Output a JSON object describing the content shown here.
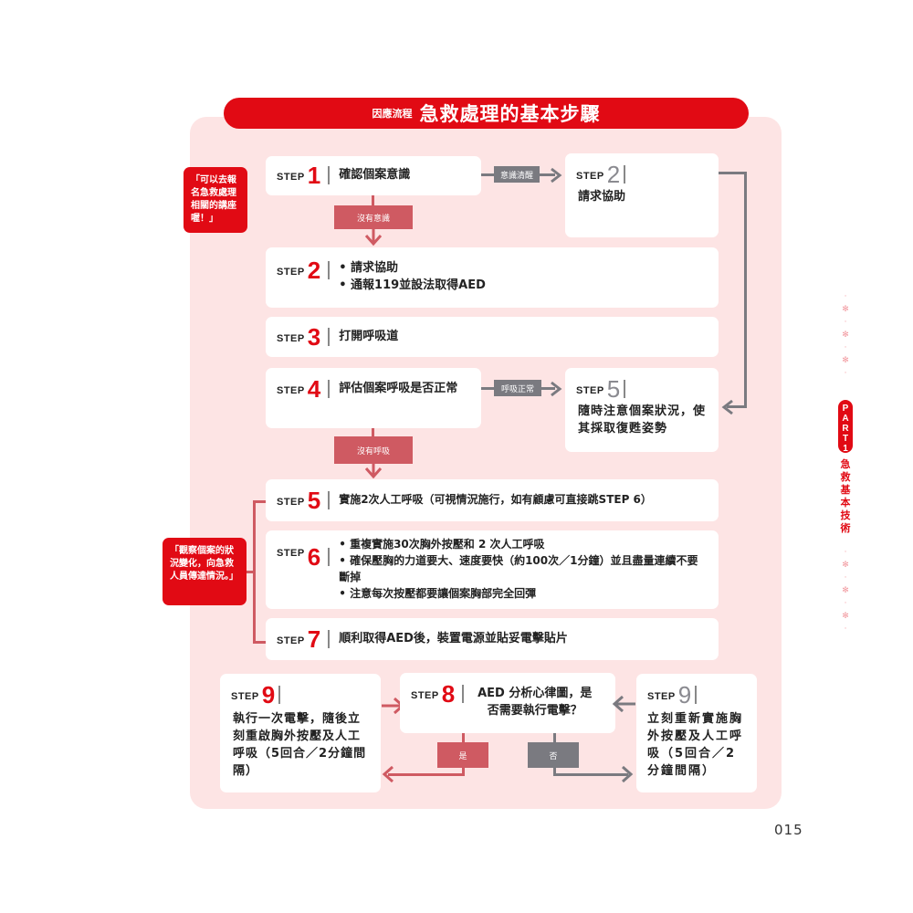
{
  "header": {
    "subtitle": "因應流程",
    "title": "急救處理的基本步驟"
  },
  "colors": {
    "accent": "#e10a14",
    "panel_bg": "#fde4e4",
    "tag_red": "#cf5a62",
    "tag_gray": "#7a7a80",
    "connector_gray": "#7a7a80"
  },
  "notes": [
    {
      "text": "「可以去報名急救處理相關的講座喔！」"
    },
    {
      "text": "「觀察個案的狀況變化，向急救人員傳達情況。」"
    }
  ],
  "steps": [
    {
      "id": "step1",
      "label": "STEP",
      "number": "1",
      "text": "確認個案意識"
    },
    {
      "id": "step2-alt",
      "label": "STEP",
      "number": "2",
      "text": "請求協助"
    },
    {
      "id": "step2",
      "label": "STEP",
      "number": "2",
      "bullets": [
        "請求協助",
        "通報119並設法取得AED"
      ]
    },
    {
      "id": "step3",
      "label": "STEP",
      "number": "3",
      "text": "打開呼吸道"
    },
    {
      "id": "step4",
      "label": "STEP",
      "number": "4",
      "text": "評估個案呼吸是否正常"
    },
    {
      "id": "step5-alt",
      "label": "STEP",
      "number": "5",
      "text": "隨時注意個案狀況，使其採取復甦姿勢"
    },
    {
      "id": "step5",
      "label": "STEP",
      "number": "5",
      "text": "實施2次人工呼吸（可視情況施行，如有顧慮可直接跳STEP 6）"
    },
    {
      "id": "step6",
      "label": "STEP",
      "number": "6",
      "bullets": [
        "重複實施30次胸外按壓和 2 次人工呼吸",
        "確保壓胸的力道要大、速度要快（約100次／1分鐘）並且盡量連續不要斷掉",
        "注意每次按壓都要讓個案胸部完全回彈"
      ]
    },
    {
      "id": "step7",
      "label": "STEP",
      "number": "7",
      "text": "順利取得AED後，裝置電源並貼妥電擊貼片"
    },
    {
      "id": "step8",
      "label": "STEP",
      "number": "8",
      "text": "AED 分析心律圖，是否需要執行電擊？"
    },
    {
      "id": "step9-left",
      "label": "STEP",
      "number": "9",
      "text": "執行一次電擊，隨後立刻重啟胸外按壓及人工呼吸（5回合／2分鐘間隔）"
    },
    {
      "id": "step9-right",
      "label": "STEP",
      "number": "9",
      "text": "立刻重新實施胸外按壓及人工呼吸（5回合／2分鐘間隔）"
    }
  ],
  "connectors": {
    "conscious": "意識清醒",
    "unconscious": "沒有意識",
    "breathing_normal": "呼吸正常",
    "not_breathing": "沒有呼吸",
    "yes": "是",
    "no": "否"
  },
  "side_tab": {
    "part": "PART 1",
    "section": "急救基本技術"
  },
  "page_number": "015"
}
